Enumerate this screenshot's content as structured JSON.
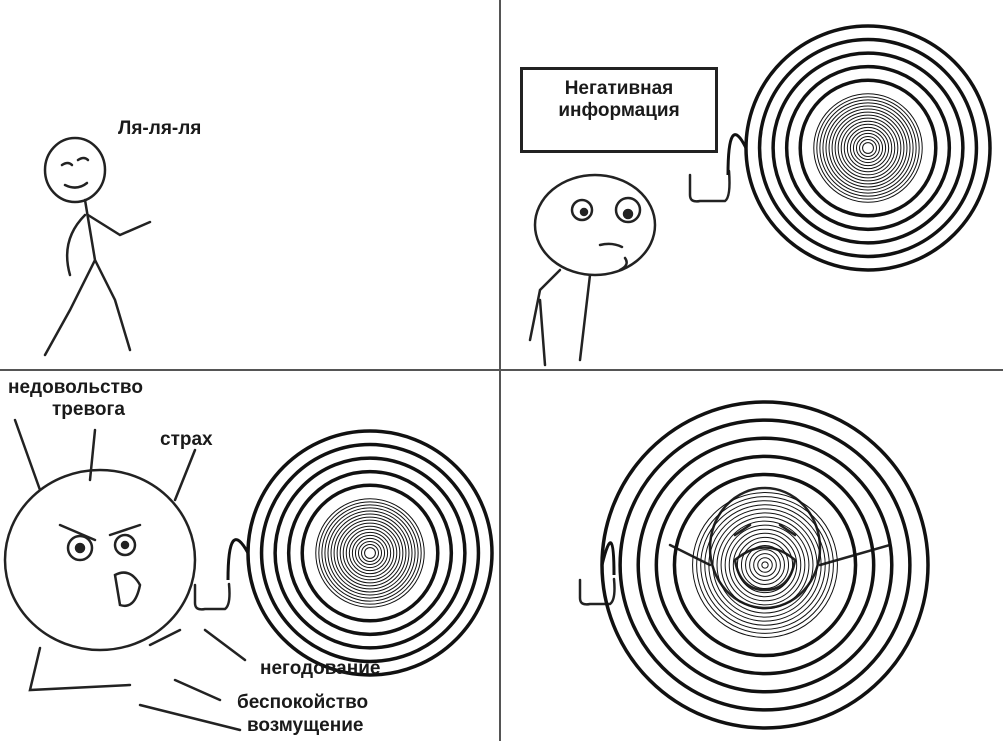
{
  "panel1": {
    "caption": "Ля-ля-ля"
  },
  "panel2": {
    "sign_line1": "Негативная",
    "sign_line2": "информация"
  },
  "panel3": {
    "labels": [
      "недовольство",
      "тревога",
      "страх",
      "негодование",
      "беспокойство",
      "возмущение"
    ]
  }
}
